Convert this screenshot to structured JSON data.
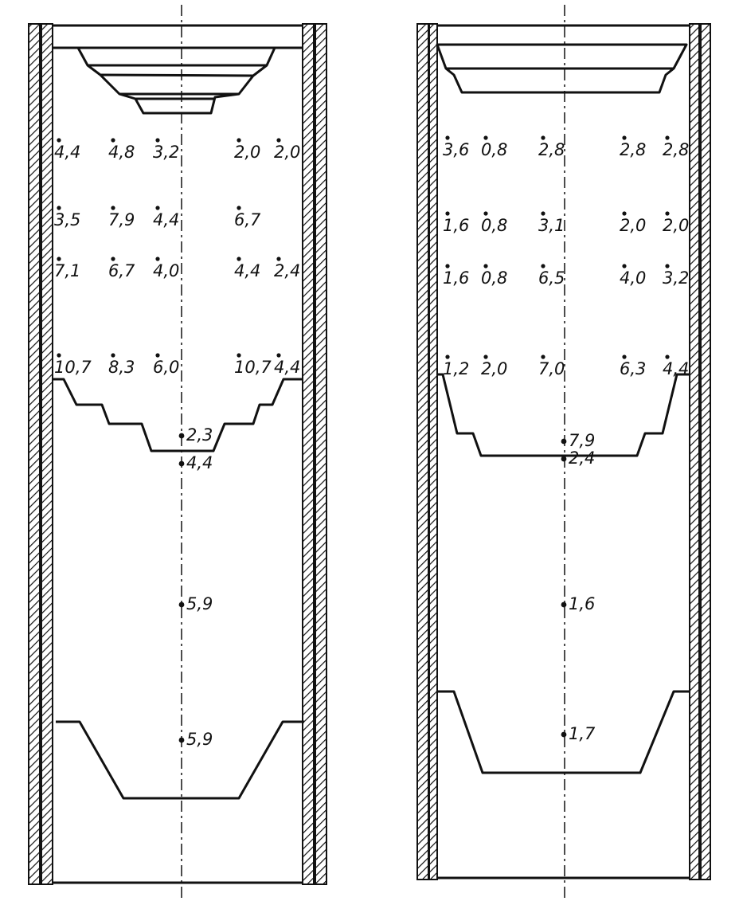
{
  "left_section": {
    "rows": [
      [
        "4,4",
        "4,8",
        "3,2",
        "2,0",
        "2,0"
      ],
      [
        "3,5",
        "7,9",
        "4,4",
        "6,7",
        null
      ],
      [
        "7,1",
        "6,7",
        "4,0",
        "4,4",
        "2,4"
      ],
      [
        "10,7",
        "8,3",
        "6,0",
        "10,7",
        "4,4"
      ]
    ],
    "axis_points": [
      "2,3",
      "4,4",
      "5,9",
      "5,9"
    ]
  },
  "right_section": {
    "rows": [
      [
        "3,6",
        "0,8",
        "2,8",
        "2,8",
        "2,8"
      ],
      [
        "1,6",
        "0,8",
        "3,1",
        "2,0",
        "2,0"
      ],
      [
        "1,6",
        "0,8",
        "6,5",
        "4,0",
        "3,2"
      ],
      [
        "1,2",
        "2,0",
        "7,0",
        "6,3",
        "4,4"
      ]
    ],
    "axis_points": [
      "7,9",
      "2,4",
      "1,6",
      "1,7"
    ]
  }
}
